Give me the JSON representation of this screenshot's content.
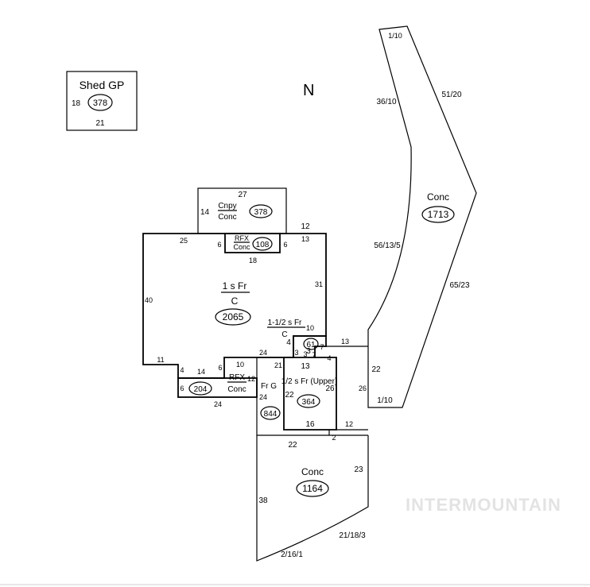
{
  "compass": "N",
  "watermark": "INTERMOUNTAIN",
  "shed": {
    "label": "Shed GP",
    "area": "378",
    "dim_left": "18",
    "dim_bottom": "21"
  },
  "canopy": {
    "label_top": "Cnpy",
    "label_bottom": "Conc",
    "area": "378",
    "dim_top": "27",
    "dim_left": "14"
  },
  "rfx_top": {
    "label_top": "RFX",
    "label_bottom": "Conc",
    "area": "108",
    "dim_left": "6",
    "dim_right": "6",
    "dim_bottom": "18"
  },
  "main_floor": {
    "label_top": "1 s Fr",
    "label_bottom": "C",
    "area": "2065",
    "dim_top_left": "25",
    "dim_top_right": "12",
    "dim_rfx_top": "13",
    "dim_left": "40",
    "dim_right": "31",
    "dim_bottom_left": "11"
  },
  "half_story": {
    "label": "1-1/2 s Fr",
    "label_bottom": "C",
    "area": "61",
    "dim_top": "10",
    "dims": [
      "4",
      "7",
      "3",
      "3",
      "7",
      "3",
      "4"
    ]
  },
  "rfx_bottom": {
    "label_top": "RFX",
    "label_bottom": "Conc",
    "area": "204",
    "dims": [
      "4",
      "14",
      "6",
      "10",
      "12",
      "6",
      "24"
    ]
  },
  "garage": {
    "label": "Fr G",
    "area": "844",
    "dims": [
      "24",
      "24",
      "22",
      "2"
    ]
  },
  "upper": {
    "label": "1/2 s Fr  (Upper)",
    "area": "364",
    "dims": [
      "21",
      "13",
      "22",
      "26",
      "16",
      "12",
      "26",
      "13"
    ]
  },
  "conc_drive": {
    "label": "Conc",
    "area": "1164",
    "dims": [
      "38",
      "23",
      "21/18/3",
      "2/16/1"
    ]
  },
  "conc_walk": {
    "label": "Conc",
    "area": "1713",
    "dims": [
      "1/10",
      "36/10",
      "51/20",
      "56/13/5",
      "65/23",
      "22",
      "1/10"
    ]
  }
}
